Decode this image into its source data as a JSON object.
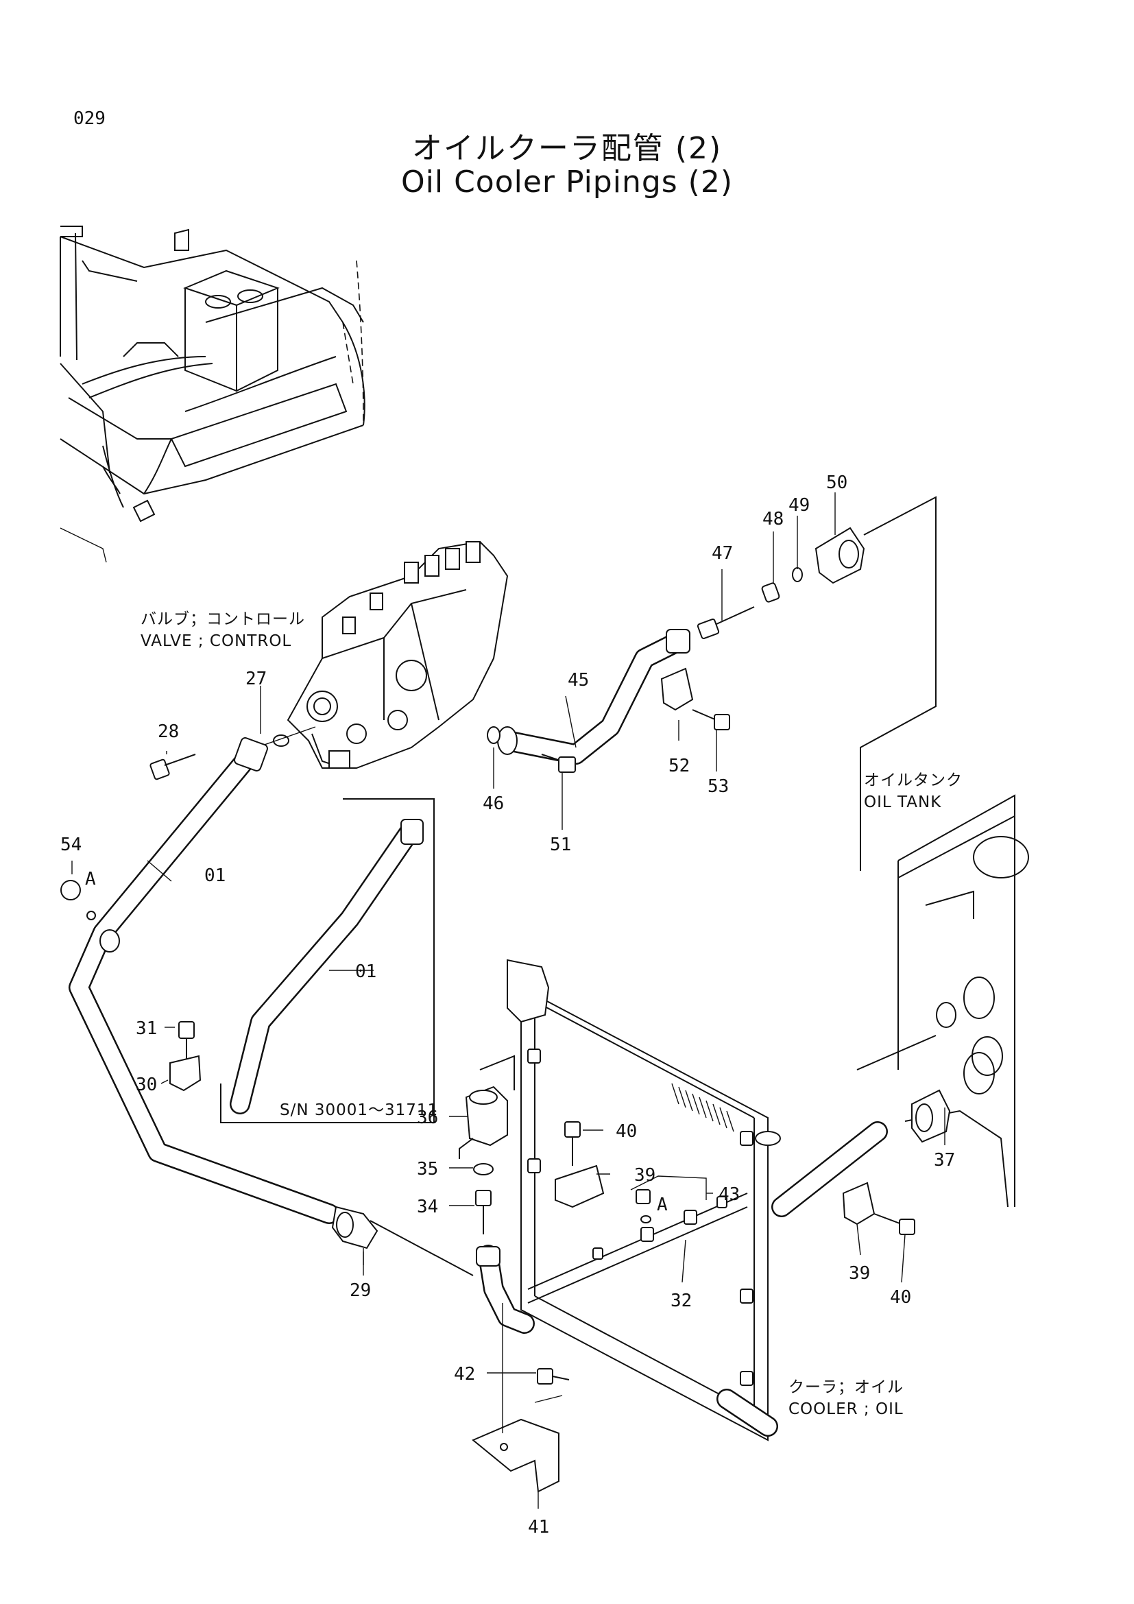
{
  "page_number": "029",
  "title_jp": "オイルクーラ配管 (2)",
  "title_en": "Oil Cooler Pipings (2)",
  "annotations": {
    "valve_jp": "バルブ；コントロール",
    "valve_en": "VALVE ; CONTROL",
    "tank_jp": "オイルタンク",
    "tank_en": "OIL  TANK",
    "cooler_jp": "クーラ；オイル",
    "cooler_en": "COOLER ; OIL",
    "serial_range": "S/N  30001～31711"
  },
  "detail_markers": [
    "A",
    "A"
  ],
  "part_labels": [
    "27",
    "28",
    "01",
    "54",
    "31",
    "30",
    "01",
    "45",
    "46",
    "51",
    "47",
    "48",
    "49",
    "50",
    "52",
    "53",
    "36",
    "35",
    "34",
    "29",
    "40",
    "39",
    "43",
    "32",
    "42",
    "41",
    "37",
    "39",
    "40"
  ]
}
